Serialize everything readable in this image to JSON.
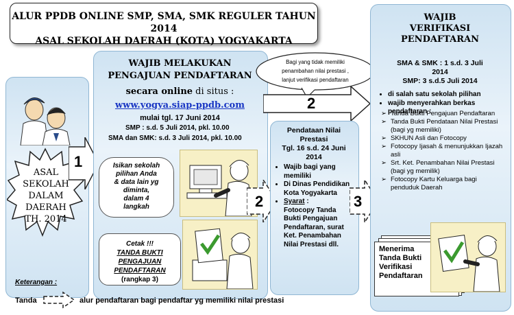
{
  "title": {
    "line1": "ALUR PPDB ONLINE SMP, SMA, SMK REGULER  TAHUN 2014",
    "line2": "ASAL SEKOLAH DAERAH (KOTA) YOGYAKARTA"
  },
  "origin": {
    "lines": [
      "ASAL",
      "SEKOLAH",
      "DALAM",
      "DAERAH",
      "TH. 2014"
    ]
  },
  "steps": {
    "s1": "1",
    "s2_top": "2",
    "s2_mid": "2",
    "s3": "3"
  },
  "registration": {
    "heading1": "WAJIB MELAKUKAN",
    "heading2": "PENGAJUAN PENDAFTARAN",
    "online_prefix": "secara online",
    "online_suffix": " di situs :",
    "url": "www.yogya.siap-ppdb.com",
    "start": "mulai tgl. 17 Juni 2014",
    "smp": "SMP  : s.d. 5 Juli 2014, pkl. 10.00",
    "sma": "SMA dan SMK:  s.d. 3 Juli  2014, pkl. 10.00",
    "bubble1": [
      "Isikan sekolah",
      "pilihan Anda",
      "& data lain yg",
      "diminta,",
      "dalam 4",
      "langkah"
    ],
    "bubble2_line1": "Cetak !!!",
    "bubble2_line2": "TANDA BUKTI",
    "bubble2_line3": "PENGAJUAN",
    "bubble2_line4": "PENDAFTARAN",
    "bubble2_line5": "(rangkap 3)"
  },
  "note_bubble": {
    "lines": [
      "Bagi yang tidak memiliki",
      "penambahan nilai prestasi ,",
      "lanjut verifikasi pendaftaran"
    ]
  },
  "achievement": {
    "title": [
      "Pendataan Nilai",
      "Prestasi"
    ],
    "dates": [
      "Tgl. 16 s.d. 24 Juni",
      "2014"
    ],
    "items": [
      "Wajib bagi yang memiliki",
      "Di Dinas Pendidikan Kota Yogyakarta"
    ],
    "req_label": "Syarat",
    "req_colon": " :",
    "req_text": "Fotocopy Tanda Bukti Pengajuan Pendaftaran, surat Ket. Penambahan Nilai Prestasi dll."
  },
  "verification": {
    "title": [
      "WAJIB",
      "VERIFIKASI",
      "PENDAFTARAN"
    ],
    "sma": [
      "SMA & SMK  : 1  s.d. 3 Juli",
      "2014"
    ],
    "smp": "SMP: 3 s.d.5 Juli 2014",
    "bullets": [
      "di salah satu sekolah  pilihan",
      "wajib  menyerahkan  berkas pendaftaran :"
    ],
    "docs": [
      "Tanda  Bukti  Pengajuan Pendaftaran",
      "Tanda  Bukti  Pendataan Nilai  Prestasi  (bagi  yg memiliki)",
      "SKHUN Asli dan Fotocopy",
      "Fotocopy   Ijasah   & menunjukkan Ijazah asli",
      "Srt.  Ket.  Penambahan Nilai Prestasi (bagi yg memilik)",
      "Fotocopy  Kartu  Keluarga bagi penduduk Daerah"
    ],
    "receive": [
      "Menerima",
      "Tanda Bukti",
      "Verifikasi",
      "Pendaftaran"
    ]
  },
  "legend": {
    "title": "Keterangan :",
    "tanda": "Tanda",
    "desc": "alur pendaftaran bagi pendaftar yg memiliki nilai prestasi"
  },
  "colors": {
    "panel": "#cfe3f2",
    "url": "#1a37c4",
    "scene": "#f7f0c6"
  }
}
